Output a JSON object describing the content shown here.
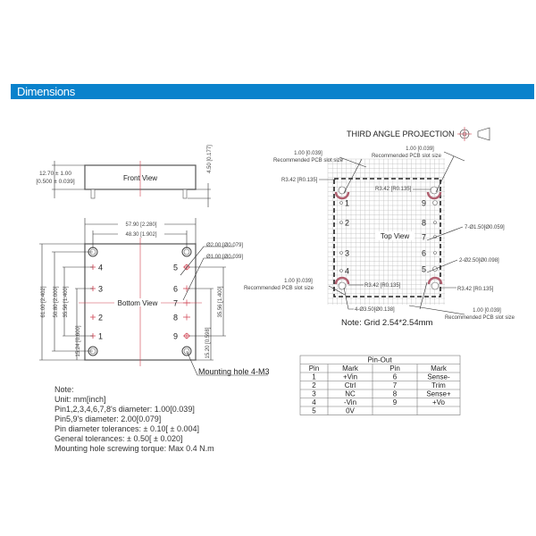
{
  "header": {
    "title": "Dimensions"
  },
  "front_view": {
    "label": "Front View",
    "height_dim": "12.70 ± 1.00",
    "height_dim_inch": "[0.500 ± 0.039]",
    "pin_dim": "4.50 [0.177]"
  },
  "bottom_view": {
    "label": "Bottom View",
    "width_outer": "57.90 [2.280]",
    "width_inner": "48.30 [1.902]",
    "height_outer": "61.00 [2.402]",
    "height_holes": "50.80 [2.000]",
    "left_pins_span": "35.56 [1.400]",
    "left_offset": "15.24 [0.600]",
    "right_pins_span": "35.56 [1.400]",
    "right_offset": "15.20 [0.598]",
    "dia_large": "Ø2.00 [Ø0.079]",
    "dia_small": "Ø1.00 [Ø0.039]",
    "mounting_hole": "Mounting hole 4-M3",
    "pins_left": [
      "4",
      "3",
      "2",
      "1"
    ],
    "pins_right": [
      "5",
      "6",
      "7",
      "8",
      "9"
    ]
  },
  "top_view": {
    "projection": "THIRD ANGLE PROJECTION",
    "label": "Top View",
    "slot_tl": "1.00 [0.039]",
    "slot_tr": "1.00 [0.039]",
    "slot_bl": "1.00 [0.039]",
    "slot_br": "1.00 [0.039]",
    "slot_caption": "Recommended PCB slot size",
    "r_tl": "R3.42 [R0.135]",
    "r_tr": "R3.42 [R0.135]",
    "r_bl": "R3.42 [R0.135]",
    "r_br": "R3.42 [R0.135]",
    "hole_small": "7-Ø1.50[Ø0.059]",
    "hole_large": "2-Ø2.50[Ø0.098]",
    "hole_mount": "4-Ø3.50[Ø0.138]",
    "grid_note": "Note: Grid 2.54*2.54mm",
    "pins_left": [
      "1",
      "2",
      "3",
      "4"
    ],
    "pins_right": [
      "9",
      "8",
      "7",
      "6",
      "5"
    ]
  },
  "notes": [
    "Note:",
    "Unit: mm[inch]",
    "Pin1,2,3,4,6,7,8's diameter: 1.00[0.039]",
    "Pin5,9's diameter: 2.00[0.079]",
    "Pin diameter tolerances:  ± 0.10[ ± 0.004]",
    "General tolerances:  ± 0.50[ ± 0.020]",
    "Mounting hole screwing torque: Max 0.4 N.m"
  ],
  "pinout": {
    "title": "Pin-Out",
    "headers": [
      "Pin",
      "Mark",
      "Pin",
      "Mark"
    ],
    "rows": [
      [
        "1",
        "+Vin",
        "6",
        "Sense-"
      ],
      [
        "2",
        "Ctrl",
        "7",
        "Trim"
      ],
      [
        "3",
        "NC",
        "8",
        "Sense+"
      ],
      [
        "4",
        "-Vin",
        "9",
        "+Vo"
      ],
      [
        "5",
        "0V",
        "",
        ""
      ]
    ]
  },
  "colors": {
    "header": "#0a82cc",
    "centerline": "#d04050",
    "slot": "#b06070"
  }
}
